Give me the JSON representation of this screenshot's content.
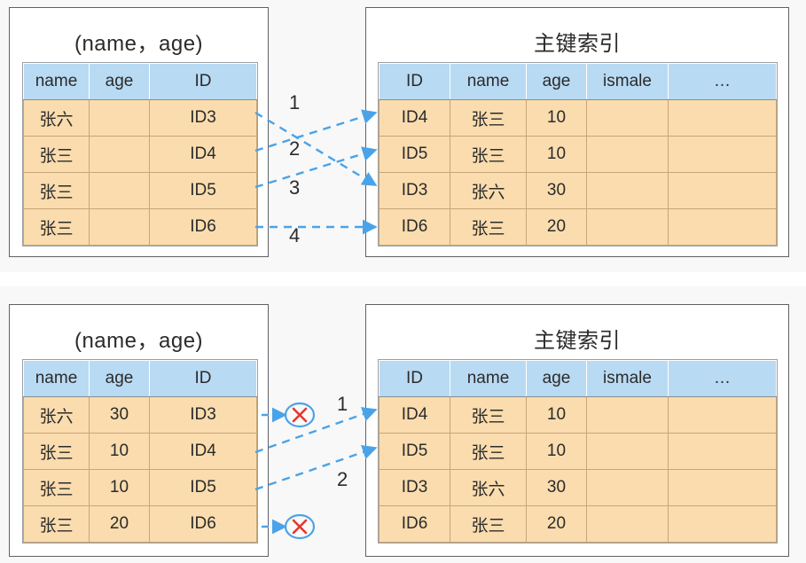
{
  "page": {
    "background": "#ffffff",
    "panel_background": "#f8f8f8",
    "accent_blue": "#4aa3e8",
    "header_blue": "#b9daf3",
    "cell_orange": "#fadcae",
    "cell_border": "#c8a678",
    "reject_red": "#e8352b"
  },
  "panels": [
    {
      "id": "top",
      "secondary_index": {
        "title": "(name，age)",
        "columns": [
          "name",
          "age",
          "ID"
        ],
        "rows": [
          [
            "张六",
            "",
            "ID3"
          ],
          [
            "张三",
            "",
            "ID4"
          ],
          [
            "张三",
            "",
            "ID5"
          ],
          [
            "张三",
            "",
            "ID6"
          ]
        ]
      },
      "primary_index": {
        "title": "主键索引",
        "columns": [
          "ID",
          "name",
          "age",
          "ismale",
          "…"
        ],
        "rows": [
          [
            "ID4",
            "张三",
            "10",
            "",
            ""
          ],
          [
            "ID5",
            "张三",
            "10",
            "",
            ""
          ],
          [
            "ID3",
            "张六",
            "30",
            "",
            ""
          ],
          [
            "ID6",
            "张三",
            "20",
            "",
            ""
          ]
        ]
      },
      "arrows": [
        {
          "label": "1",
          "from_row": 0,
          "to_row": 2,
          "rejected": false
        },
        {
          "label": "2",
          "from_row": 1,
          "to_row": 0,
          "rejected": false
        },
        {
          "label": "3",
          "from_row": 2,
          "to_row": 1,
          "rejected": false
        },
        {
          "label": "4",
          "from_row": 3,
          "to_row": 3,
          "rejected": false
        }
      ]
    },
    {
      "id": "bottom",
      "secondary_index": {
        "title": "(name，age)",
        "columns": [
          "name",
          "age",
          "ID"
        ],
        "rows": [
          [
            "张六",
            "30",
            "ID3"
          ],
          [
            "张三",
            "10",
            "ID4"
          ],
          [
            "张三",
            "10",
            "ID5"
          ],
          [
            "张三",
            "20",
            "ID6"
          ]
        ]
      },
      "primary_index": {
        "title": "主键索引",
        "columns": [
          "ID",
          "name",
          "age",
          "ismale",
          "…"
        ],
        "rows": [
          [
            "ID4",
            "张三",
            "10",
            "",
            ""
          ],
          [
            "ID5",
            "张三",
            "10",
            "",
            ""
          ],
          [
            "ID3",
            "张六",
            "30",
            "",
            ""
          ],
          [
            "ID6",
            "张三",
            "20",
            "",
            ""
          ]
        ]
      },
      "arrows": [
        {
          "label": "",
          "from_row": 0,
          "to_row": null,
          "rejected": true
        },
        {
          "label": "1",
          "from_row": 1,
          "to_row": 0,
          "rejected": false
        },
        {
          "label": "2",
          "from_row": 2,
          "to_row": 1,
          "rejected": false
        },
        {
          "label": "",
          "from_row": 3,
          "to_row": null,
          "rejected": true
        }
      ]
    }
  ],
  "icons": {
    "reject": "reject-x-icon",
    "arrowhead": "arrowhead-icon"
  }
}
